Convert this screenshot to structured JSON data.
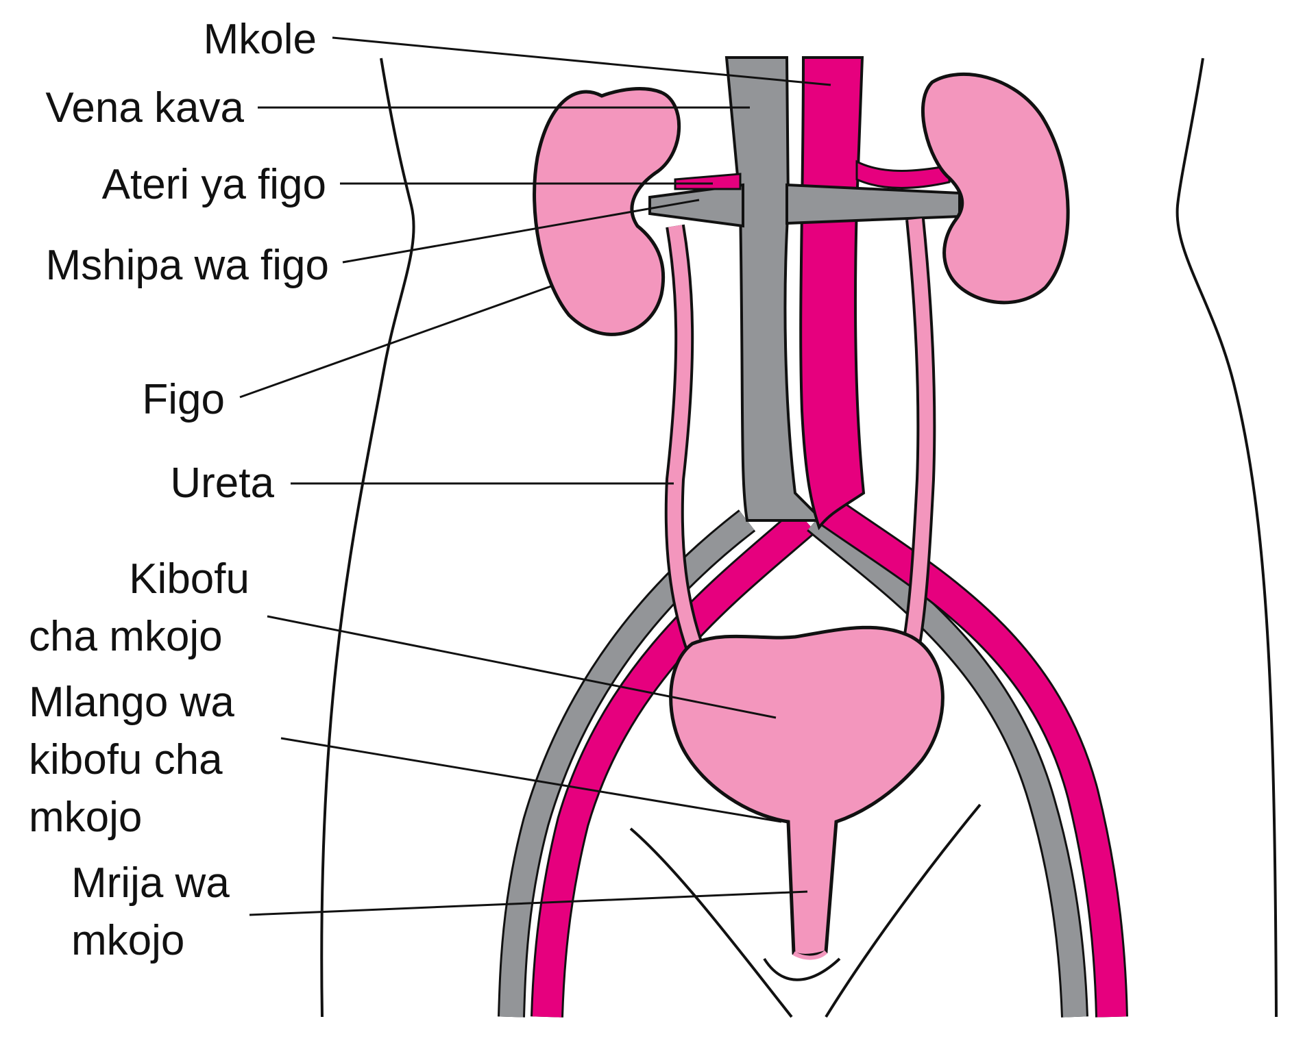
{
  "labels": {
    "mkole": "Mkole",
    "vena_kava": "Vena kava",
    "ateri_ya_figo": "Ateri ya figo",
    "mshipa_wa_figo": "Mshipa wa figo",
    "figo": "Figo",
    "ureta": "Ureta",
    "kibofu_1": "Kibofu",
    "kibofu_2": "cha mkojo",
    "mlango_1": "Mlango wa",
    "mlango_2": "kibofu cha",
    "mlango_3": "mkojo",
    "mrija_1": "Mrija wa",
    "mrija_2": "mkojo"
  },
  "colors": {
    "organ_pink": "#f396bd",
    "artery_magenta": "#e6007e",
    "vein_gray": "#939598",
    "outline": "#111111"
  }
}
